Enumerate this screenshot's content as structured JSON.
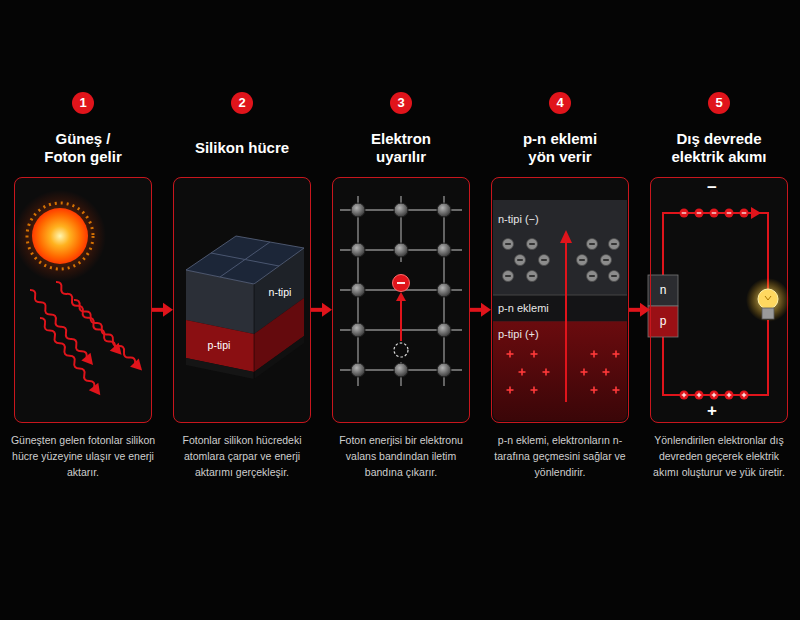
{
  "diagram": {
    "nodes": [
      {
        "text": [
          "Güneş / Foton gelir",
          "Güneşten gelen fotonlar silikon hücre yüzeyine ulaşır ve enerji aktarır."
        ]
      },
      {
        "text": [
          "Silikon hücre",
          "Fotonlar silikon hücredeki atomlara çarpar ve enerji aktarımı gerçekleşir."
        ]
      },
      {
        "text": [
          "Elektron uyarılır",
          "Foton enerjisi bir elektronu valans bandından iletim bandına çıkarır."
        ]
      },
      {
        "text": [
          "p-n eklemi yön verir",
          "p-n eklemi, elektronların n-tarafına geçmesini sağlar ve yönlendirir."
        ]
      },
      {
        "text": [
          "Dış devrede elektrik akımı",
          "Yönlendirilen elektronlar dış devreden geçerek elektrik akımı oluşturur ve yük üretir."
        ]
      }
    ],
    "edges": [
      {
        "from": 0,
        "to": 1,
        "arrow": "to"
      },
      {
        "from": 1,
        "to": 2,
        "arrow": "to"
      },
      {
        "from": 2,
        "to": 3,
        "arrow": "to"
      },
      {
        "from": 3,
        "to": 4,
        "arrow": "to"
      }
    ],
    "labels": [
      "1",
      "2",
      "3",
      "4",
      "5",
      "n-tipi",
      "p-tipi",
      "n-tipi (−)",
      "p-n eklemi",
      "p-tipi (+)",
      "n",
      "p",
      "−",
      "+"
    ]
  }
}
